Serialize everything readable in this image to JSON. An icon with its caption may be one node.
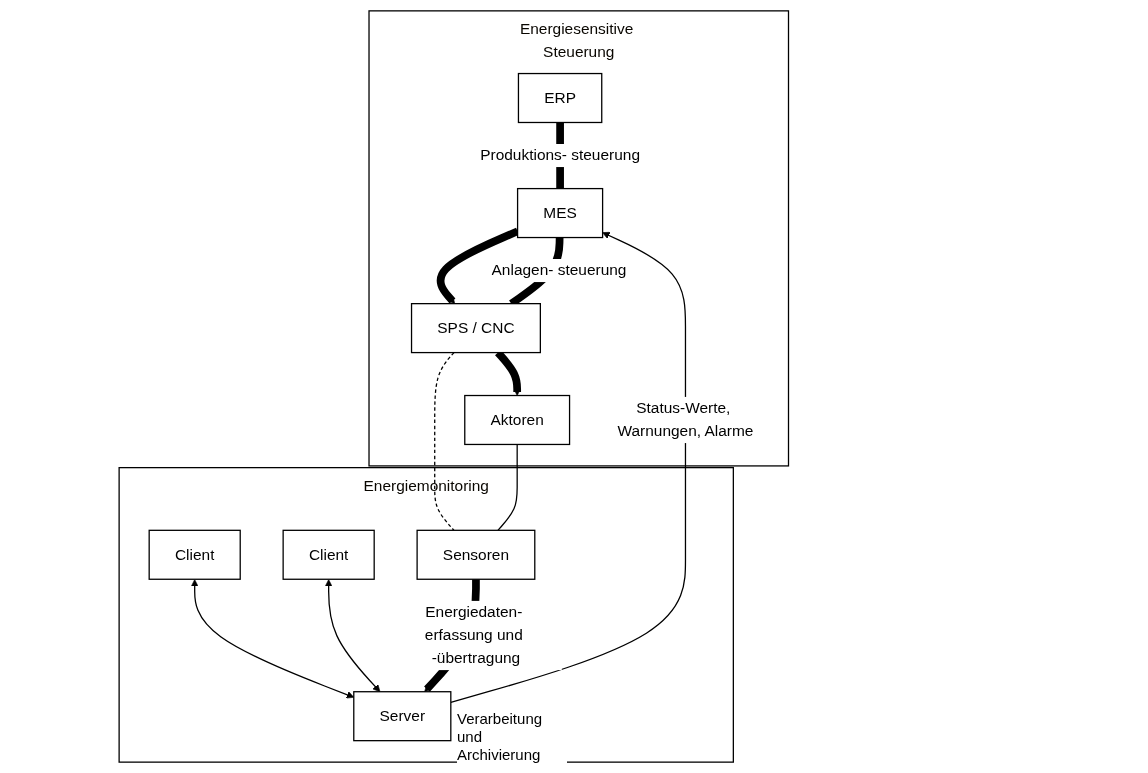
{
  "diagram": {
    "nodes": [
      {
        "text": [
          "Energiesensitive Steuerung"
        ]
      },
      {
        "text": [
          "ERP"
        ],
        "in": 0
      },
      {
        "text": [
          "MES"
        ],
        "in": 0
      },
      {
        "text": [
          "SPS / CNC"
        ],
        "in": 0
      },
      {
        "text": [
          "Aktoren"
        ],
        "in": 0
      },
      {
        "text": [
          "Energiemonitoring"
        ]
      },
      {
        "text": [
          "Client"
        ],
        "in": 5
      },
      {
        "text": [
          "Client"
        ],
        "in": 5
      },
      {
        "text": [
          "Server"
        ],
        "in": 5,
        "beside": [
          "Verarbeitung und Archivierung"
        ]
      },
      {
        "text": [
          "Sensoren"
        ],
        "in": 5
      }
    ],
    "edges": [
      {
        "from": 1,
        "to": 2,
        "arrow": "none",
        "style": "thick",
        "label": "Produktions- steuerung"
      },
      {
        "from": 2,
        "to": 3,
        "arrow": "to",
        "style": "thick"
      },
      {
        "from": 2,
        "to": 3,
        "arrow": "none",
        "style": "thick",
        "label": "Anlagen- steuerung"
      },
      {
        "from": 3,
        "to": 4,
        "arrow": "to",
        "style": "thick"
      },
      {
        "from": 6,
        "to": 8,
        "arrow": "both"
      },
      {
        "from": 7,
        "to": 8,
        "arrow": "both"
      },
      {
        "from": 8,
        "to": 2,
        "arrow": "to",
        "label": "Status-Werte, Warnungen, Alarme"
      },
      {
        "from": 9,
        "to": 8,
        "arrow": "to",
        "style": "thick",
        "label": "Energiedaten- erfassung und -übertragung"
      },
      {
        "from": 3,
        "to": 9,
        "arrow": "none",
        "style": "dashed"
      },
      {
        "from": 4,
        "to": 9,
        "arrow": "none"
      }
    ]
  }
}
